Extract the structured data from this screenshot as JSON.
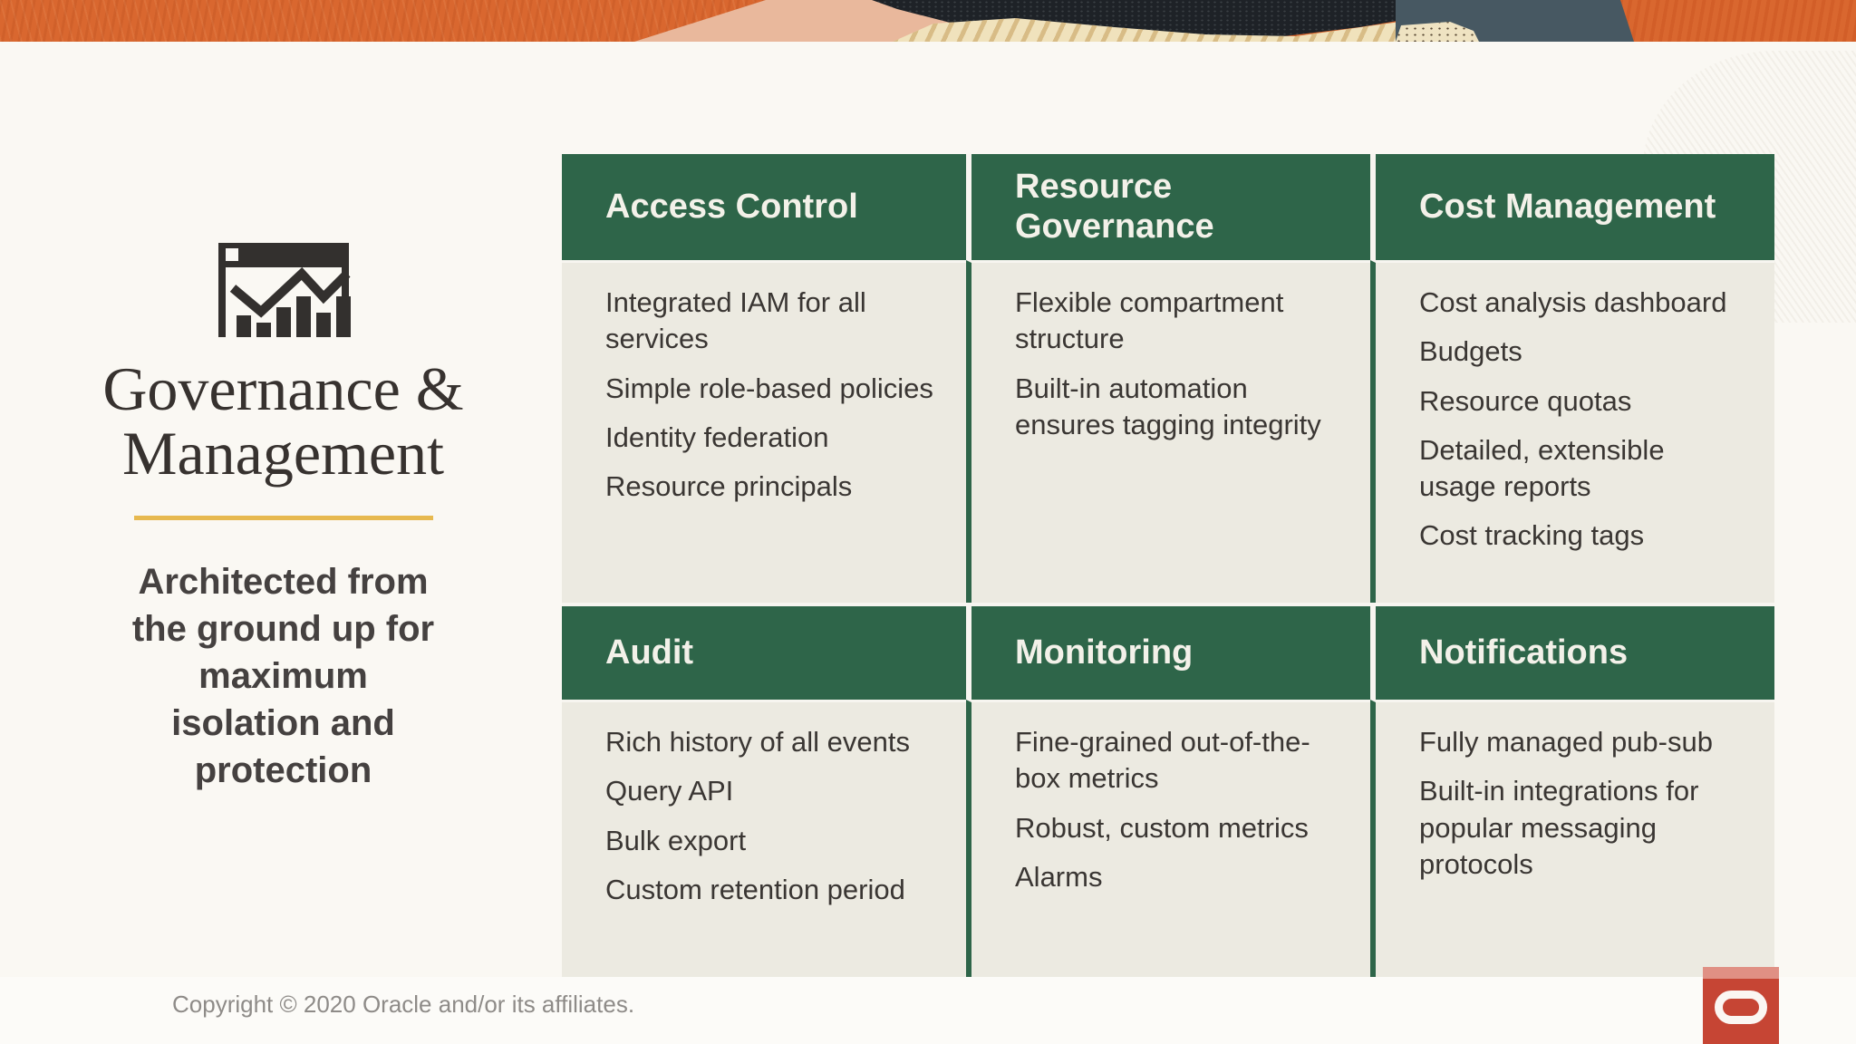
{
  "banner": {
    "description": "abstract decorative artwork strip",
    "colors": {
      "orange": "#D9672F",
      "salmon": "#E9B89C",
      "navy": "#1E2227",
      "cream": "#F0E2BC",
      "tan_stripe": "#D8BC86",
      "slate": "#475862"
    }
  },
  "left_panel": {
    "icon": "analytics-window-icon",
    "title": "Governance & Management",
    "underline_color": "#E7B94F",
    "subtitle": "Architected from the ground up for maximum isolation and protection",
    "subtitle_lines": [
      "Architected from",
      "the ground up for",
      "maximum",
      "isolation and",
      "protection"
    ]
  },
  "table": {
    "header_bg": "#2E6549",
    "header_text_color": "#F3F1E9",
    "body_bg": "#ECEAE1",
    "body_text_color": "#3A3633",
    "cards": [
      {
        "title": "Access Control",
        "items": [
          "Integrated IAM for all services",
          "Simple role-based policies",
          "Identity federation",
          "Resource principals"
        ]
      },
      {
        "title": "Resource Governance",
        "items": [
          "Flexible compartment structure",
          "Built-in automation ensures tagging integrity"
        ]
      },
      {
        "title": "Cost Management",
        "items": [
          "Cost analysis dashboard",
          "Budgets",
          "Resource quotas",
          "Detailed, extensible usage reports",
          "Cost tracking tags"
        ]
      },
      {
        "title": "Audit",
        "items": [
          "Rich history of all events",
          "Query API",
          "Bulk export",
          "Custom retention period"
        ]
      },
      {
        "title": "Monitoring",
        "items": [
          "Fine-grained out-of-the-box metrics",
          "Robust, custom metrics",
          "Alarms"
        ]
      },
      {
        "title": "Notifications",
        "items": [
          "Fully managed pub-sub",
          "Built-in integrations for popular messaging protocols"
        ]
      }
    ]
  },
  "footer": {
    "copyright": "Copyright © 2020 Oracle and/or its affiliates.",
    "logo": "oracle-logo",
    "logo_color": "#C64534"
  }
}
